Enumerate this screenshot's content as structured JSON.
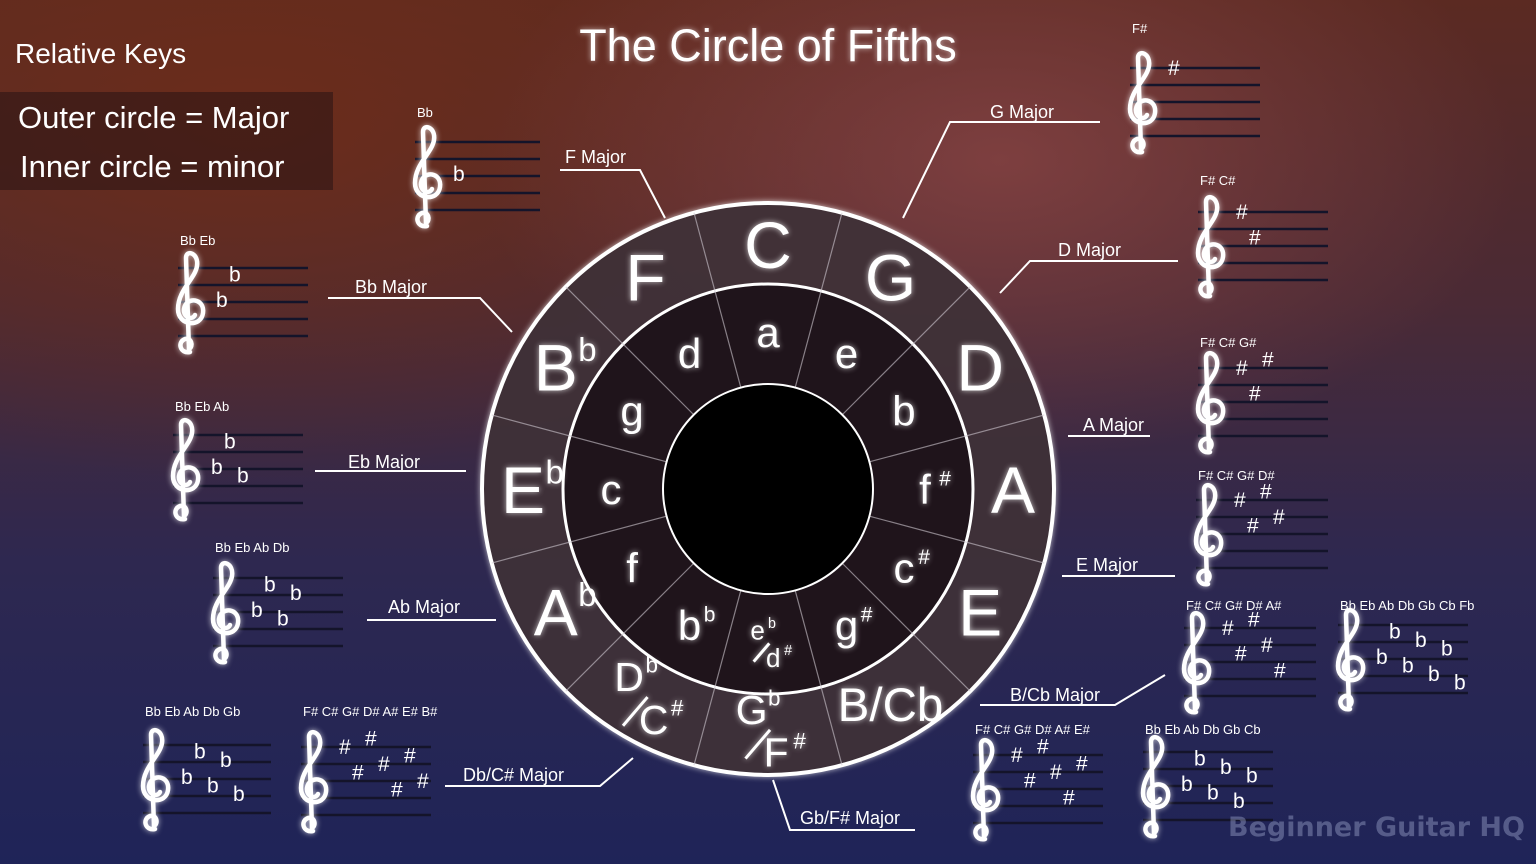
{
  "title": "The Circle of Fifths",
  "legend": {
    "heading": "Relative Keys",
    "outer": "Outer circle = Major",
    "inner": "Inner circle = minor"
  },
  "watermark": "Beginner Guitar HQ",
  "colors": {
    "ring_outer": "#2a1b22",
    "ring_inner": "#1c1218",
    "center": "#000000",
    "stroke": "#ffffff",
    "text": "#ffffff"
  },
  "icons": {
    "clef": "treble-clef-icon"
  },
  "major_keys": [
    {
      "letter": "C",
      "acc": ""
    },
    {
      "letter": "G",
      "acc": ""
    },
    {
      "letter": "D",
      "acc": ""
    },
    {
      "letter": "A",
      "acc": ""
    },
    {
      "letter": "E",
      "acc": ""
    },
    {
      "letter": "B",
      "acc": "",
      "alt_letter": "C",
      "alt_acc": "b",
      "inline": true
    },
    {
      "letter": "G",
      "acc": "b",
      "alt_letter": "F",
      "alt_acc": "#"
    },
    {
      "letter": "D",
      "acc": "b",
      "alt_letter": "C",
      "alt_acc": "#"
    },
    {
      "letter": "A",
      "acc": "b"
    },
    {
      "letter": "E",
      "acc": "b"
    },
    {
      "letter": "B",
      "acc": "b"
    },
    {
      "letter": "F",
      "acc": ""
    }
  ],
  "minor_keys": [
    {
      "letter": "a",
      "acc": ""
    },
    {
      "letter": "e",
      "acc": ""
    },
    {
      "letter": "b",
      "acc": ""
    },
    {
      "letter": "f",
      "acc": "#"
    },
    {
      "letter": "c",
      "acc": "#"
    },
    {
      "letter": "g",
      "acc": "#"
    },
    {
      "letter": "e",
      "acc": "b",
      "alt_letter": "d",
      "alt_acc": "#"
    },
    {
      "letter": "b",
      "acc": "b"
    },
    {
      "letter": "f",
      "acc": ""
    },
    {
      "letter": "c",
      "acc": ""
    },
    {
      "letter": "g",
      "acc": ""
    },
    {
      "letter": "d",
      "acc": ""
    }
  ],
  "callouts": [
    {
      "label": "F Major"
    },
    {
      "label": "G Major"
    },
    {
      "label": "D Major"
    },
    {
      "label": "Bb Major"
    },
    {
      "label": "A Major"
    },
    {
      "label": "Eb Major"
    },
    {
      "label": "E Major"
    },
    {
      "label": "Ab Major"
    },
    {
      "label": "B/Cb Major"
    },
    {
      "label": "Db/C# Major"
    },
    {
      "label": "Gb/F# Major"
    }
  ],
  "signatures": [
    {
      "key": "G",
      "type": "sharp",
      "notes": [
        "F#"
      ]
    },
    {
      "key": "F",
      "type": "flat",
      "notes": [
        "Bb"
      ]
    },
    {
      "key": "D",
      "type": "sharp",
      "notes": [
        "F#",
        "C#"
      ]
    },
    {
      "key": "Bb",
      "type": "flat",
      "notes": [
        "Bb",
        "Eb"
      ]
    },
    {
      "key": "A",
      "type": "sharp",
      "notes": [
        "F#",
        "C#",
        "G#"
      ]
    },
    {
      "key": "Eb",
      "type": "flat",
      "notes": [
        "Bb",
        "Eb",
        "Ab"
      ]
    },
    {
      "key": "E",
      "type": "sharp",
      "notes": [
        "F#",
        "C#",
        "G#",
        "D#"
      ]
    },
    {
      "key": "Ab",
      "type": "flat",
      "notes": [
        "Bb",
        "Eb",
        "Ab",
        "Db"
      ]
    },
    {
      "key": "B",
      "type": "sharp",
      "notes": [
        "F#",
        "C#",
        "G#",
        "D#",
        "A#"
      ]
    },
    {
      "key": "Cb",
      "type": "flat",
      "notes": [
        "Bb",
        "Eb",
        "Ab",
        "Db",
        "Gb",
        "Cb",
        "Fb"
      ]
    },
    {
      "key": "Db",
      "type": "flat",
      "notes": [
        "Bb",
        "Eb",
        "Ab",
        "Db",
        "Gb"
      ]
    },
    {
      "key": "C#",
      "type": "sharp",
      "notes": [
        "F#",
        "C#",
        "G#",
        "D#",
        "A#",
        "E#",
        "B#"
      ]
    },
    {
      "key": "F#",
      "type": "sharp",
      "notes": [
        "F#",
        "C#",
        "G#",
        "D#",
        "A#",
        "E#"
      ]
    },
    {
      "key": "Gb",
      "type": "flat",
      "notes": [
        "Bb",
        "Eb",
        "Ab",
        "Db",
        "Gb",
        "Cb"
      ]
    }
  ]
}
